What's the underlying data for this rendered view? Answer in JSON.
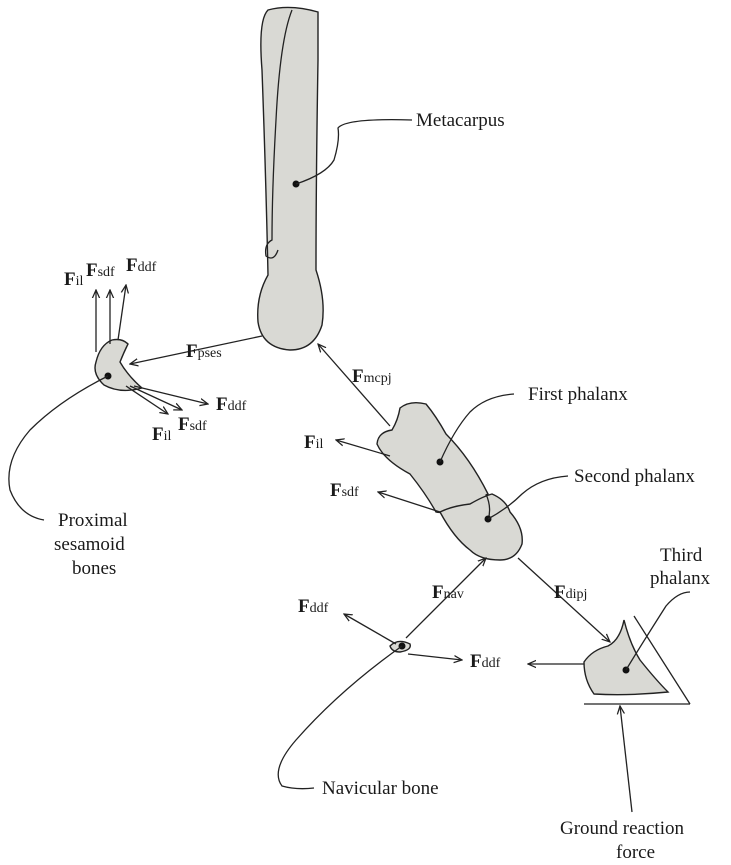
{
  "labels": {
    "metacarpus": "Metacarpus",
    "first_phalanx": "First phalanx",
    "second_phalanx": "Second phalanx",
    "third_phalanx_1": "Third",
    "third_phalanx_2": "phalanx",
    "proximal_1": "Proximal",
    "proximal_2": "sesamoid",
    "proximal_3": "bones",
    "navicular": "Navicular bone",
    "ground_1": "Ground reaction",
    "ground_2": "force"
  },
  "forces": {
    "F": "F",
    "il": "il",
    "sdf": "sdf",
    "ddf": "ddf",
    "pses": "pses",
    "mcpj": "mcpj",
    "nav": "nav",
    "dipj": "dipj"
  }
}
